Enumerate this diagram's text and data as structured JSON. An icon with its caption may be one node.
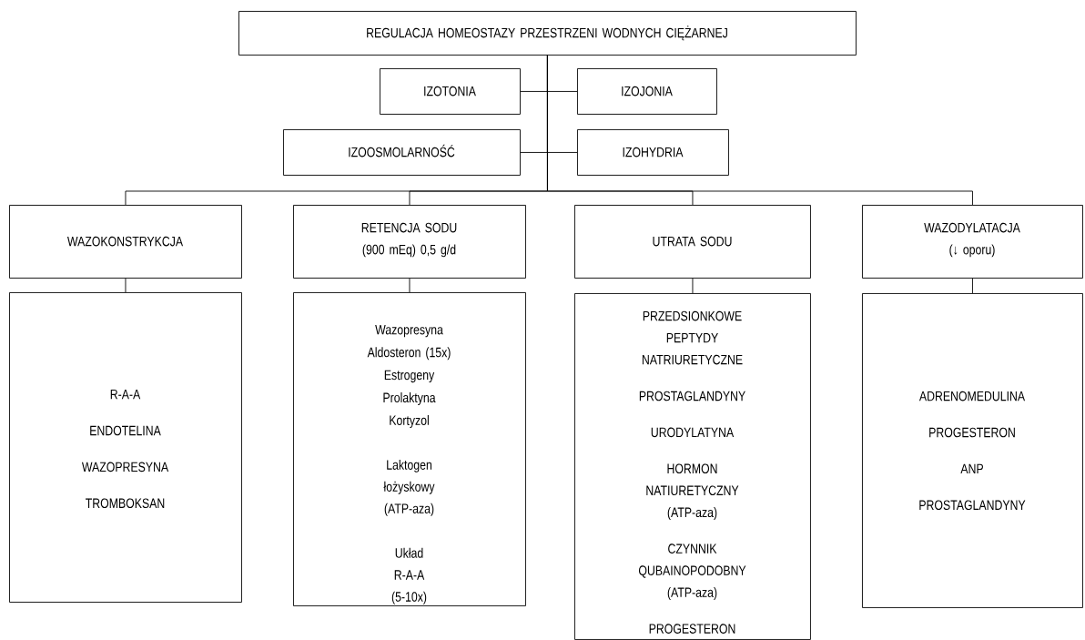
{
  "diagram": {
    "nodes": [
      {
        "text": [
          "REGULACJA HOMEOSTAZY PRZESTRZENI WODNYCH CIĘŻARNEJ"
        ]
      },
      {
        "text": [
          "IZOTONIA"
        ]
      },
      {
        "text": [
          "IZOJONIA"
        ]
      },
      {
        "text": [
          "IZOOSMOLARNOŚĆ"
        ]
      },
      {
        "text": [
          "IZOHYDRIA"
        ]
      },
      {
        "text": [
          "WAZOKONSTRYKCJA"
        ]
      },
      {
        "text": [
          "RETENCJA SODU (900 mEq) 0,5 g/d"
        ]
      },
      {
        "text": [
          "UTRATA SODU"
        ]
      },
      {
        "text": [
          "WAZODYLATACJA (↓ oporu)"
        ]
      },
      {
        "text": [
          "R-A-A",
          "ENDOTELINA",
          "WAZOPRESYNA",
          "TROMBOKSAN"
        ]
      },
      {
        "text": [
          "Wazopresyna",
          "Aldosteron (15x)",
          "Estrogeny",
          "Prolaktyna",
          "Kortyzol",
          "Laktogen łożyskowy (ATP-aza)",
          "Układ R-A-A (5-10x)"
        ]
      },
      {
        "text": [
          "PRZEDSIONKOWE PEPTYDY NATRIURETYCZNE",
          "PROSTAGLANDYNY",
          "URODYLATYNA",
          "HORMON NATIURETYCZNY (ATP-aza)",
          "CZYNNIK QUBAINOPODOBNY (ATP-aza)",
          "PROGESTERON"
        ]
      },
      {
        "text": [
          "ADRENOMEDULINA",
          "PROGESTERON",
          "ANP",
          "PROSTAGLANDYNY"
        ]
      }
    ],
    "edges": [
      {
        "from": 0,
        "to": 1,
        "arrow": "none"
      },
      {
        "from": 0,
        "to": 2,
        "arrow": "none"
      },
      {
        "from": 0,
        "to": 3,
        "arrow": "none"
      },
      {
        "from": 0,
        "to": 4,
        "arrow": "none"
      },
      {
        "from": 0,
        "to": 5,
        "arrow": "none"
      },
      {
        "from": 0,
        "to": 6,
        "arrow": "none"
      },
      {
        "from": 0,
        "to": 7,
        "arrow": "none"
      },
      {
        "from": 0,
        "to": 8,
        "arrow": "none"
      },
      {
        "from": 5,
        "to": 9,
        "arrow": "none"
      },
      {
        "from": 6,
        "to": 10,
        "arrow": "none"
      },
      {
        "from": 7,
        "to": 11,
        "arrow": "none"
      },
      {
        "from": 8,
        "to": 12,
        "arrow": "none"
      }
    ]
  }
}
